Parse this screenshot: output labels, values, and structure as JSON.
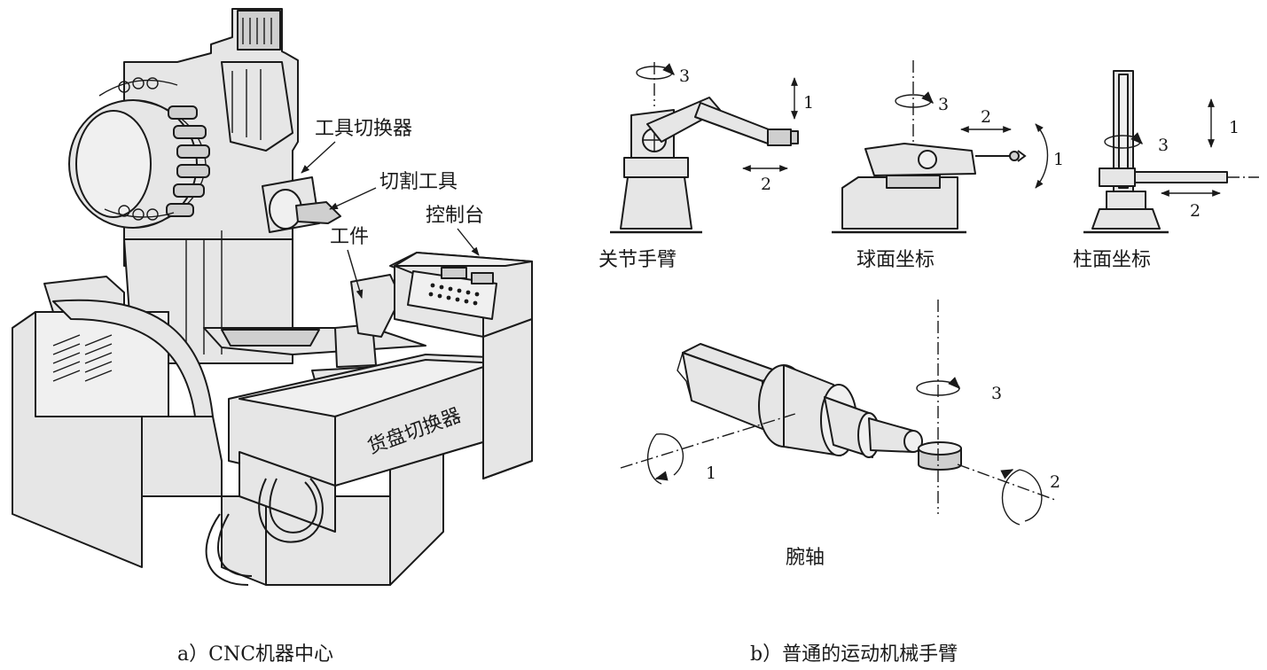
{
  "panel_a": {
    "caption": "a）CNC机器中心",
    "labels": {
      "tool_changer": "工具切换器",
      "cutting_tool": "切割工具",
      "console": "控制台",
      "workpiece": "工件",
      "pallet_changer": "货盘切换器"
    }
  },
  "panel_b": {
    "caption": "b）普通的运动机械手臂",
    "arms": [
      {
        "name": "关节手臂",
        "axes": [
          "1",
          "2",
          "3"
        ]
      },
      {
        "name": "球面坐标",
        "axes": [
          "1",
          "2",
          "3"
        ]
      },
      {
        "name": "柱面坐标",
        "axes": [
          "1",
          "2",
          "3"
        ]
      }
    ],
    "wrist": {
      "name": "腕轴",
      "axes": [
        "1",
        "2",
        "3"
      ]
    }
  }
}
